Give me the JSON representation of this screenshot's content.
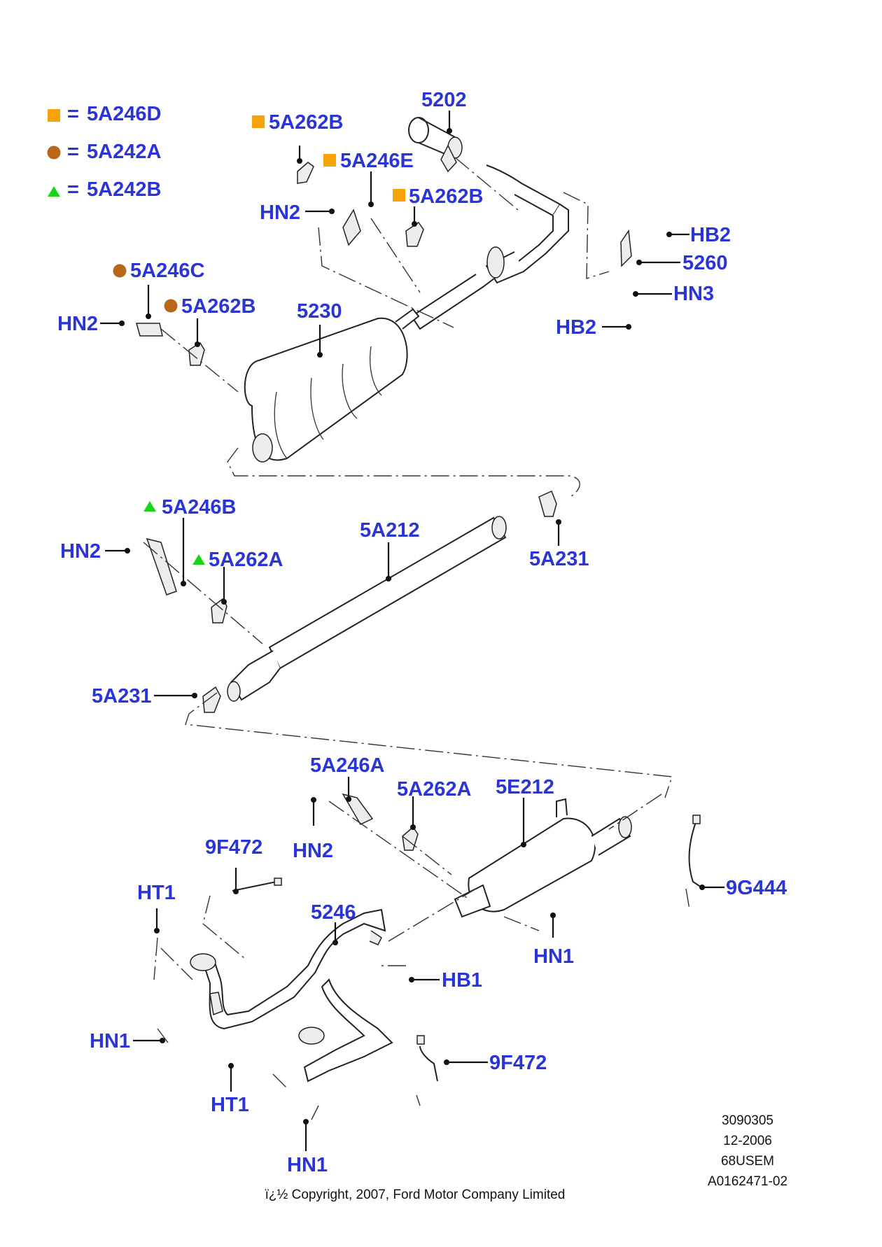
{
  "legend": [
    {
      "symbol": "square",
      "color": "#f7a20a",
      "eq": "=",
      "code": "5A246D"
    },
    {
      "symbol": "circle",
      "color": "#b8661a",
      "eq": "=",
      "code": "5A242A"
    },
    {
      "symbol": "triangle",
      "color": "#1ad41a",
      "eq": "=",
      "code": "5A242B"
    }
  ],
  "colors": {
    "label": "#2a35d8",
    "line": "#111111"
  },
  "labels": {
    "l5202": "5202",
    "l5a262b_top": "5A262B",
    "l5a246e": "5A246E",
    "l5a262b_right": "5A262B",
    "lhn2_a": "HN2",
    "lhb2_a": "HB2",
    "l5260": "5260",
    "lhn3": "HN3",
    "lhb2_b": "HB2",
    "l5a246c": "5A246C",
    "l5a262b_left": "5A262B",
    "lhn2_b": "HN2",
    "l5230": "5230",
    "l5a246b": "5A246B",
    "l5a212": "5A212",
    "lhn2_c": "HN2",
    "l5a262a_a": "5A262A",
    "l5a231_a": "5A231",
    "l5a231_b": "5A231",
    "l5a246a": "5A246A",
    "l5a262a_b": "5A262A",
    "l5e212": "5E212",
    "l9f472_a": "9F472",
    "lhn2_d": "HN2",
    "lht1_a": "HT1",
    "l5246": "5246",
    "l9g444": "9G444",
    "lhn1_a": "HN1",
    "lhb1": "HB1",
    "lhn1_b": "HN1",
    "l9f472_b": "9F472",
    "lht1_b": "HT1",
    "lhn1_c": "HN1"
  },
  "footer": {
    "ref": "3090305",
    "date": "12-2006",
    "model": "68USEM",
    "doc": "A0162471-02",
    "copyright": "ï¿½ Copyright, 2007, Ford Motor Company Limited"
  }
}
